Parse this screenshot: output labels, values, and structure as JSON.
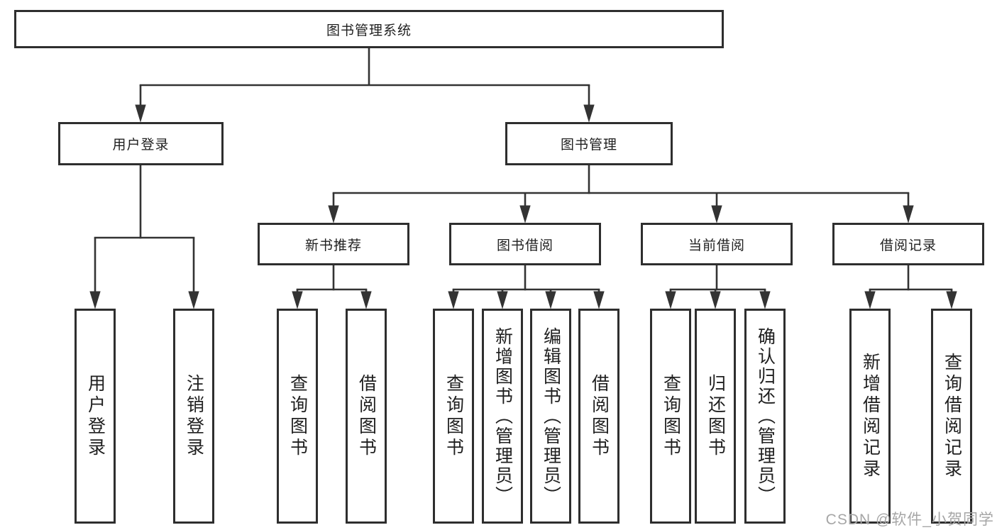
{
  "tree": {
    "root": {
      "label": "图书管理系统",
      "children": [
        {
          "label": "用户登录",
          "children": [
            {
              "label": "用户登录"
            },
            {
              "label": "注销登录"
            }
          ]
        },
        {
          "label": "图书管理",
          "children": [
            {
              "label": "新书推荐",
              "children": [
                {
                  "label": "查询图书"
                },
                {
                  "label": "借阅图书"
                }
              ]
            },
            {
              "label": "图书借阅",
              "children": [
                {
                  "label": "查询图书"
                },
                {
                  "label": "新增图书（管理员）"
                },
                {
                  "label": "编辑图书（管理员）"
                },
                {
                  "label": "借阅图书"
                }
              ]
            },
            {
              "label": "当前借阅",
              "children": [
                {
                  "label": "查询图书"
                },
                {
                  "label": "归还图书"
                },
                {
                  "label": "确认归还（管理员）"
                }
              ]
            },
            {
              "label": "借阅记录",
              "children": [
                {
                  "label": "新增借阅记录"
                },
                {
                  "label": "查询借阅记录"
                }
              ]
            }
          ]
        }
      ]
    }
  },
  "watermark": "CSDN @软件_小贺同学",
  "colors": {
    "line": "#333333",
    "box_border": "#2e2e2e",
    "text": "#1f1f1f",
    "watermark": "#a6a6a6",
    "background": "#ffffff"
  }
}
